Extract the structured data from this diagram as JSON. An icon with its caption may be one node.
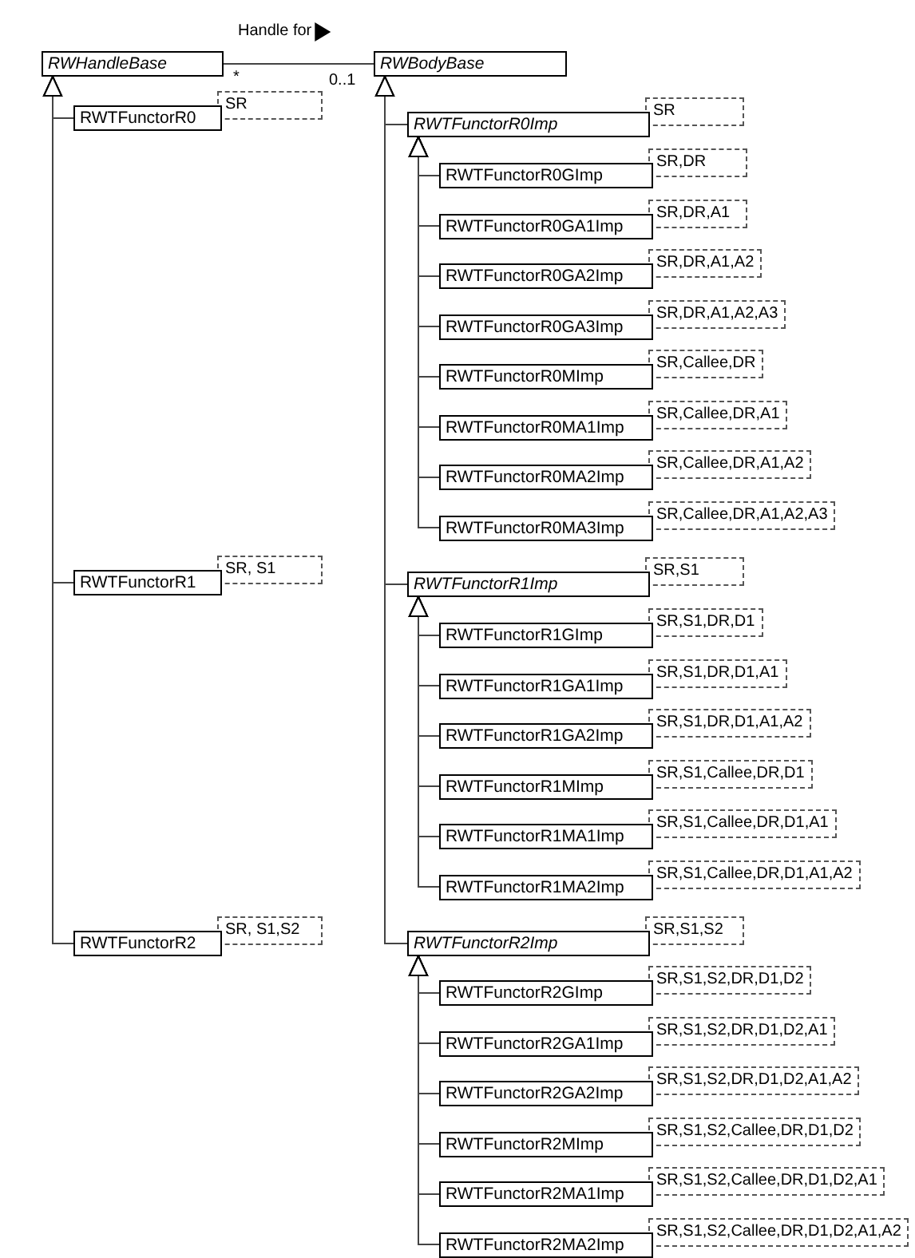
{
  "diagram": {
    "nodes": [
      {
        "text": [
          "RWHandleBase"
        ]
      },
      {
        "text": [
          "RWBodyBase"
        ]
      },
      {
        "text": [
          "RWTFunctorR0",
          "SR"
        ]
      },
      {
        "text": [
          "RWTFunctorR0Imp",
          "SR"
        ]
      },
      {
        "text": [
          "RWTFunctorR0GImp",
          "SR,DR"
        ]
      },
      {
        "text": [
          "RWTFunctorR0GA1Imp",
          "SR,DR,A1"
        ]
      },
      {
        "text": [
          "RWTFunctorR0GA2Imp",
          "SR,DR,A1,A2"
        ]
      },
      {
        "text": [
          "RWTFunctorR0GA3Imp",
          "SR,DR,A1,A2,A3"
        ]
      },
      {
        "text": [
          "RWTFunctorR0MImp",
          "SR,Callee,DR"
        ]
      },
      {
        "text": [
          "RWTFunctorR0MA1Imp",
          "SR,Callee,DR,A1"
        ]
      },
      {
        "text": [
          "RWTFunctorR0MA2Imp",
          "SR,Callee,DR,A1,A2"
        ]
      },
      {
        "text": [
          "RWTFunctorR0MA3Imp",
          "SR,Callee,DR,A1,A2,A3"
        ]
      },
      {
        "text": [
          "RWTFunctorR1",
          "SR, S1"
        ]
      },
      {
        "text": [
          "RWTFunctorR1Imp",
          "SR,S1"
        ]
      },
      {
        "text": [
          "RWTFunctorR1GImp",
          "SR,S1,DR,D1"
        ]
      },
      {
        "text": [
          "RWTFunctorR1GA1Imp",
          "SR,S1,DR,D1,A1"
        ]
      },
      {
        "text": [
          "RWTFunctorR1GA2Imp",
          "SR,S1,DR,D1,A1,A2"
        ]
      },
      {
        "text": [
          "RWTFunctorR1MImp",
          "SR,S1,Callee,DR,D1"
        ]
      },
      {
        "text": [
          "RWTFunctorR1MA1Imp",
          "SR,S1,Callee,DR,D1,A1"
        ]
      },
      {
        "text": [
          "RWTFunctorR1MA2Imp",
          "SR,S1,Callee,DR,D1,A1,A2"
        ]
      },
      {
        "text": [
          "RWTFunctorR2",
          "SR, S1,S2"
        ]
      },
      {
        "text": [
          "RWTFunctorR2Imp",
          "SR,S1,S2"
        ]
      },
      {
        "text": [
          "RWTFunctorR2GImp",
          "SR,S1,S2,DR,D1,D2"
        ]
      },
      {
        "text": [
          "RWTFunctorR2GA1Imp",
          "SR,S1,S2,DR,D1,D2,A1"
        ]
      },
      {
        "text": [
          "RWTFunctorR2GA2Imp",
          "SR,S1,S2,DR,D1,D2,A1,A2"
        ]
      },
      {
        "text": [
          "RWTFunctorR2MImp",
          "SR,S1,S2,Callee,DR,D1,D2"
        ]
      },
      {
        "text": [
          "RWTFunctorR2MA1Imp",
          "SR,S1,S2,Callee,DR,D1,D2,A1"
        ]
      },
      {
        "text": [
          "RWTFunctorR2MA2Imp",
          "SR,S1,S2,Callee,DR,D1,D2,A1,A2"
        ]
      }
    ],
    "edges": [
      {
        "from": 0,
        "to": 1,
        "arrow": "none",
        "label": "Handle for"
      },
      {
        "from": 2,
        "to": 0,
        "arrow": "to"
      },
      {
        "from": 12,
        "to": 0,
        "arrow": "to"
      },
      {
        "from": 20,
        "to": 0,
        "arrow": "to"
      },
      {
        "from": 3,
        "to": 1,
        "arrow": "to"
      },
      {
        "from": 13,
        "to": 1,
        "arrow": "to"
      },
      {
        "from": 21,
        "to": 1,
        "arrow": "to"
      },
      {
        "from": 4,
        "to": 3,
        "arrow": "to"
      },
      {
        "from": 5,
        "to": 3,
        "arrow": "to"
      },
      {
        "from": 6,
        "to": 3,
        "arrow": "to"
      },
      {
        "from": 7,
        "to": 3,
        "arrow": "to"
      },
      {
        "from": 8,
        "to": 3,
        "arrow": "to"
      },
      {
        "from": 9,
        "to": 3,
        "arrow": "to"
      },
      {
        "from": 10,
        "to": 3,
        "arrow": "to"
      },
      {
        "from": 11,
        "to": 3,
        "arrow": "to"
      },
      {
        "from": 14,
        "to": 13,
        "arrow": "to"
      },
      {
        "from": 15,
        "to": 13,
        "arrow": "to"
      },
      {
        "from": 16,
        "to": 13,
        "arrow": "to"
      },
      {
        "from": 17,
        "to": 13,
        "arrow": "to"
      },
      {
        "from": 18,
        "to": 13,
        "arrow": "to"
      },
      {
        "from": 19,
        "to": 13,
        "arrow": "to"
      },
      {
        "from": 22,
        "to": 21,
        "arrow": "to"
      },
      {
        "from": 23,
        "to": 21,
        "arrow": "to"
      },
      {
        "from": 24,
        "to": 21,
        "arrow": "to"
      },
      {
        "from": 25,
        "to": 21,
        "arrow": "to"
      },
      {
        "from": 26,
        "to": 21,
        "arrow": "to"
      },
      {
        "from": 27,
        "to": 21,
        "arrow": "to"
      }
    ],
    "labels": [
      "*",
      "0..1"
    ]
  }
}
